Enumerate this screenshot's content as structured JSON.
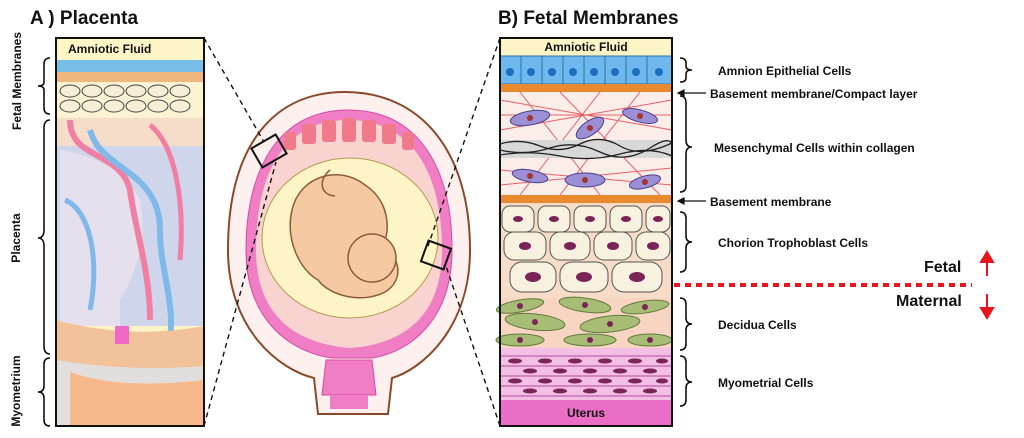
{
  "panel_a": {
    "title": "A )  Placenta",
    "top_label": "Amniotic Fluid",
    "side_labels": {
      "fetal_membranes": "Fetal Membranes",
      "placenta": "Placenta",
      "myometrium": "Myometrium"
    }
  },
  "panel_b": {
    "title": "B)  Fetal Membranes",
    "top_label": "Amniotic Fluid",
    "bottom_label": "Uterus",
    "layer_labels": {
      "amnion": "Amnion Epithelial Cells",
      "basement_compact": "Basement membrane/Compact layer",
      "mesenchymal": "Mesenchymal Cells within collagen",
      "basement": "Basement membrane",
      "chorion": "Chorion Trophoblast Cells",
      "decidua": "Decidua Cells",
      "myometrial": "Myometrial Cells"
    },
    "boundary": {
      "fetal": "Fetal",
      "maternal": "Maternal"
    }
  },
  "colors": {
    "amnion": "#6fb8ee",
    "orange_line": "#e98a2e",
    "mesenchymal": "#9b8fd6",
    "collagen": "#e53b4a",
    "chorion_cell": "#f6f2df",
    "nucleus": "#7b2458",
    "decidua": "#a7bd76",
    "myometrium": "#f4bfe6",
    "uterus": "#ea6ec6",
    "divider": "#e8161c",
    "amniotic_fluid": "#fdf5c6"
  }
}
